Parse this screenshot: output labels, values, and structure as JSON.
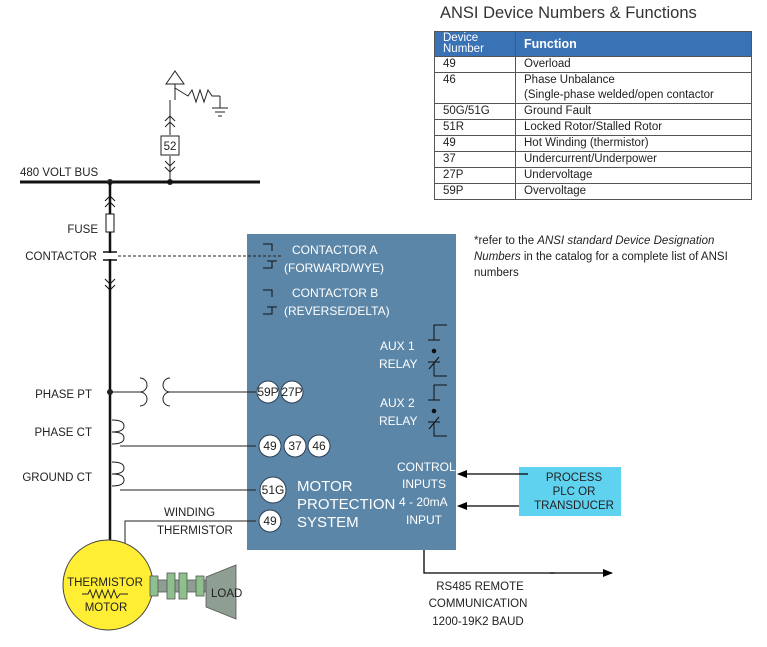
{
  "table": {
    "title": "ANSI Device Numbers & Functions",
    "header_device_line1": "Device",
    "header_device_line2": "Number",
    "header_function": "Function",
    "rows": [
      {
        "device": "49",
        "function": "Overload",
        "function2": ""
      },
      {
        "device": "46",
        "function": "Phase Unbalance",
        "function2": "(Single-phase welded/open contactor"
      },
      {
        "device": "50G/51G",
        "function": "Ground Fault",
        "function2": ""
      },
      {
        "device": "51R",
        "function": "Locked Rotor/Stalled Rotor",
        "function2": ""
      },
      {
        "device": "49",
        "function": "Hot Winding (thermistor)",
        "function2": ""
      },
      {
        "device": "37",
        "function": "Undercurrent/Underpower",
        "function2": ""
      },
      {
        "device": "27P",
        "function": "Undervoltage",
        "function2": ""
      },
      {
        "device": "59P",
        "function": "Overvoltage",
        "function2": ""
      }
    ]
  },
  "note": {
    "part1": "*refer to the ",
    "italic": "ANSI standard Device Designation Numbers",
    "part2": " in the catalog for a complete list of ANSI numbers"
  },
  "diagram": {
    "breaker": "52",
    "bus": "480 VOLT BUS",
    "fuse": "FUSE",
    "contactor": "CONTACTOR",
    "phase_pt": "PHASE PT",
    "phase_ct": "PHASE CT",
    "ground_ct": "GROUND CT",
    "winding_line1": "WINDING",
    "winding_line2": "THERMISTOR",
    "motor_top": "THERMISTOR",
    "motor_bottom": "MOTOR",
    "load": "LOAD",
    "contactor_a_line1": "CONTACTOR A",
    "contactor_a_line2": "(FORWARD/WYE)",
    "contactor_b_line1": "CONTACTOR B",
    "contactor_b_line2": "(REVERSE/DELTA)",
    "aux1_line1": "AUX 1",
    "aux1_line2": "RELAY",
    "aux2_line1": "AUX 2",
    "aux2_line2": "RELAY",
    "dev_59p": "59P",
    "dev_27p": "27P",
    "dev_49a": "49",
    "dev_37": "37",
    "dev_46": "46",
    "dev_51g": "51G",
    "dev_49b": "49",
    "system_line1": "MOTOR",
    "system_line2": "PROTECTION",
    "system_line3": "SYSTEM",
    "control_line1": "CONTROL",
    "control_line2": "INPUTS",
    "analog_line1": "4 - 20mA",
    "analog_line2": "INPUT",
    "process_line1": "PROCESS",
    "process_line2": "PLC OR",
    "process_line3": "TRANSDUCER",
    "rs485_line1": "RS485 REMOTE",
    "rs485_line2": "COMMUNICATION",
    "rs485_line3": "1200-19K2 BAUD"
  },
  "colors": {
    "relay_box": "#5b86a8",
    "process_box": "#5fd2f0",
    "motor": "#ffee33",
    "table_header": "#3a72b6",
    "load_green": "#8dc08d",
    "load_gray": "#8f9e93"
  }
}
